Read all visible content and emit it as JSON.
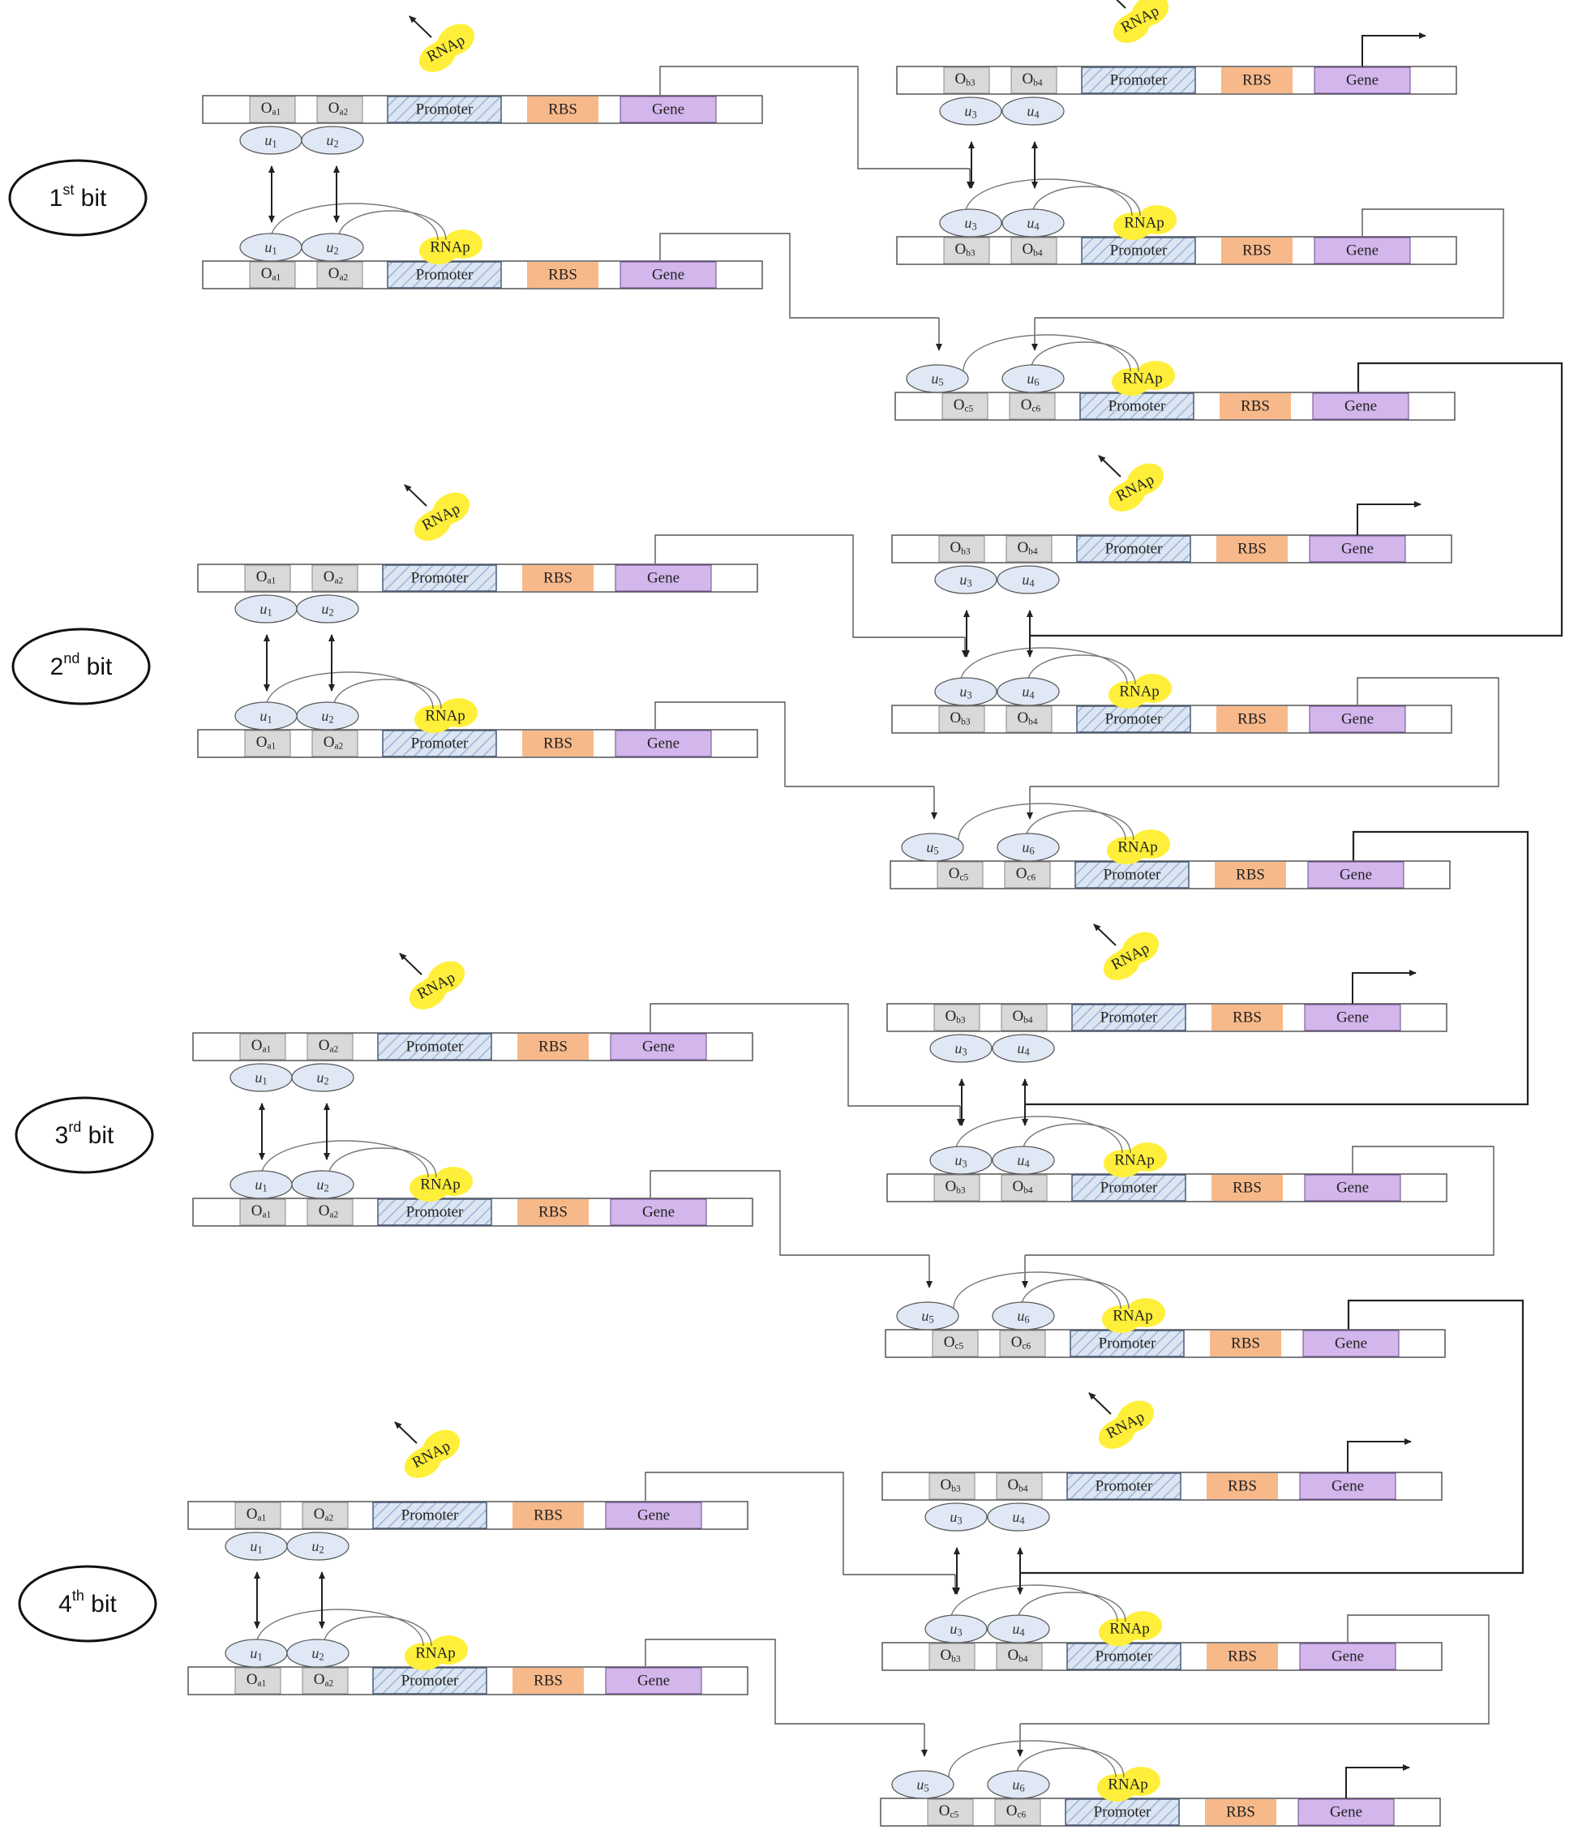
{
  "labels": {
    "promoter": "Promoter",
    "rbs": "RBS",
    "gene": "Gene",
    "rnap": "RNAp",
    "operator": "O"
  },
  "colors": {
    "operator_fill": "#d9d9d9",
    "promoter_fill": "#dce6f2",
    "promoter_hatch": "#9db5d6",
    "rbs_fill": "#f8b98a",
    "gene_fill": "#d2b6ec",
    "rnap_fill": "#ffef3a",
    "protein_fill": "#dfe8f4",
    "line": "#333333"
  },
  "bits": [
    {
      "num": "1",
      "sup": "st",
      "word": "bit"
    },
    {
      "num": "2",
      "sup": "nd",
      "word": "bit"
    },
    {
      "num": "3",
      "sup": "rd",
      "word": "bit"
    },
    {
      "num": "4",
      "sup": "th",
      "word": "bit"
    }
  ],
  "proteins": {
    "input_pair": [
      "u",
      "1",
      "u",
      "2"
    ],
    "middle_pair": [
      "u",
      "3",
      "u",
      "4"
    ],
    "last_pair": [
      "u",
      "5",
      "u",
      "6"
    ]
  }
}
